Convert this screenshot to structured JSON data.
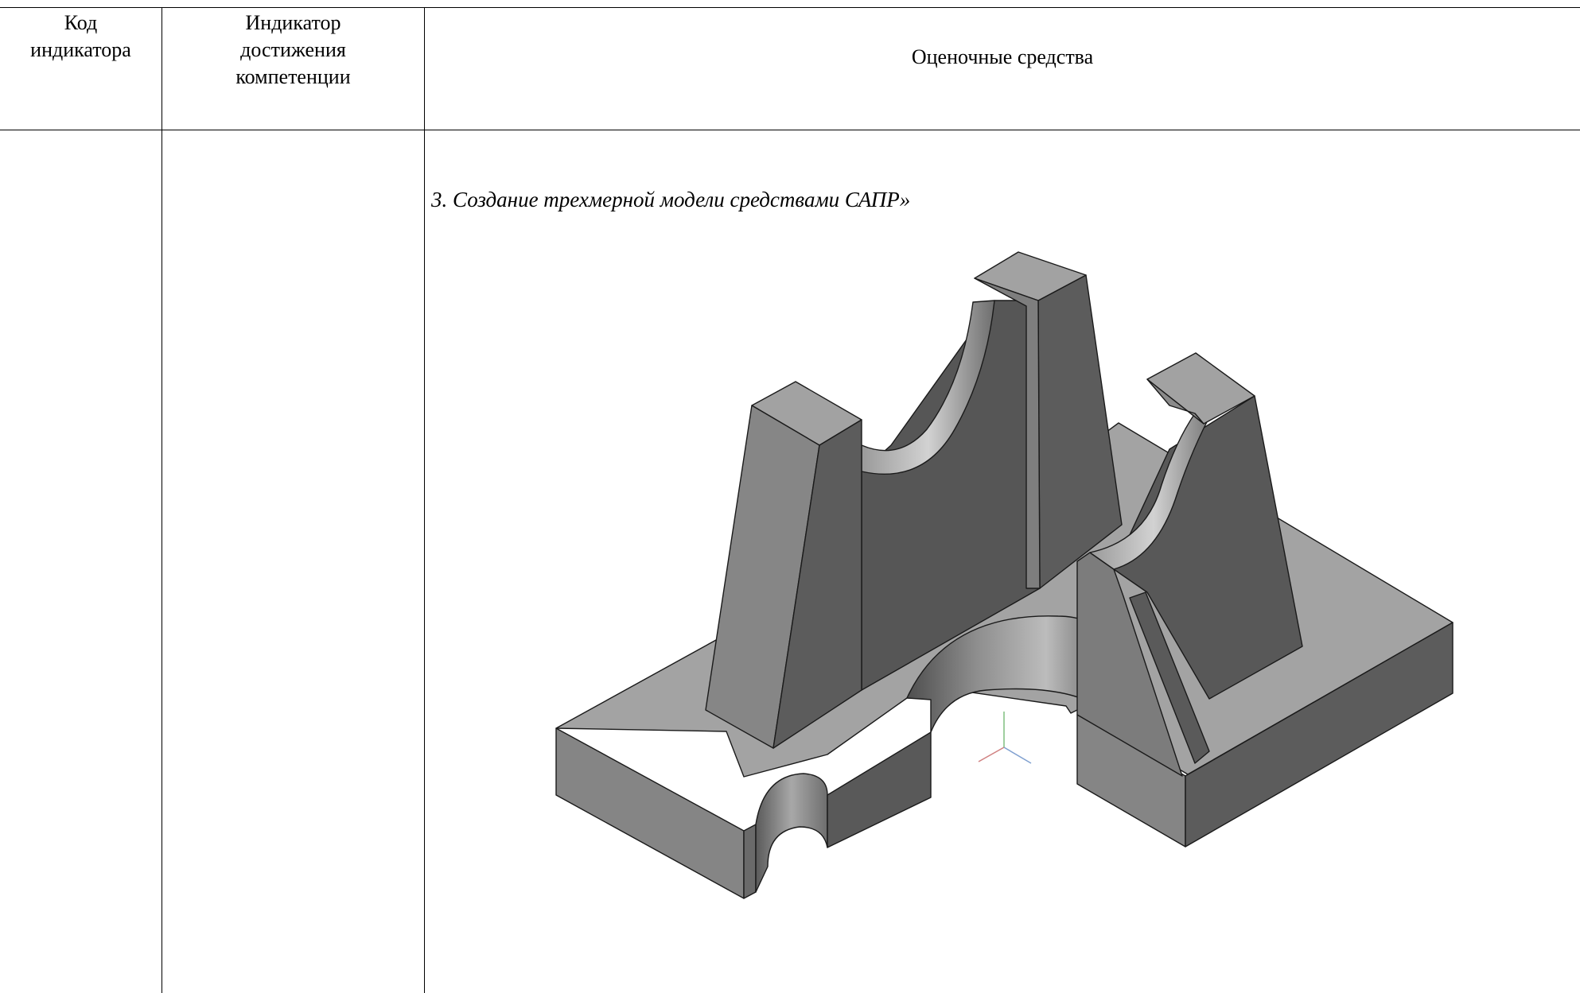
{
  "table": {
    "headers": {
      "code": [
        "Код",
        "индикатора"
      ],
      "indicator": [
        "Индикатор",
        "достижения",
        "компетенции"
      ],
      "assessment": "Оценочные средства"
    },
    "body": {
      "code": "",
      "indicator": "",
      "task_title": "3. Создание трехмерной модели средствами САПР»"
    }
  },
  "figure": {
    "description_icon": "3d-part-model-icon",
    "colors": {
      "top_face": "#a2a2a2",
      "front_face": "#7e7e7e",
      "side_face": "#5a5a5a",
      "dark_face": "#545454",
      "curve_light": "#c9c9c9",
      "edge": "#1a1a1a"
    }
  }
}
